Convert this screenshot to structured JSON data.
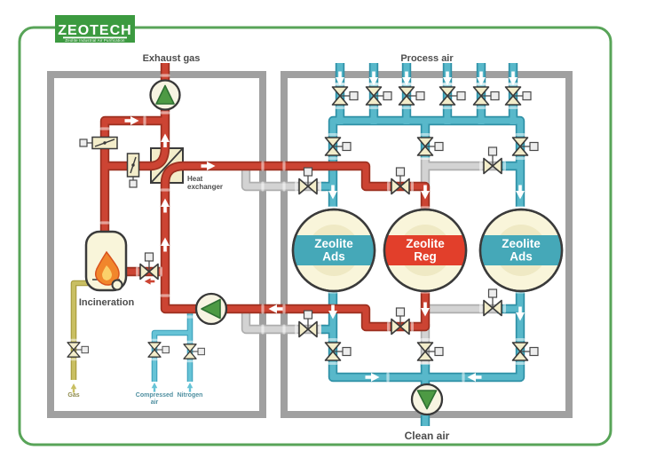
{
  "logo": {
    "brand": "ZEOTECH",
    "tagline": "Zeolite Industrial Air Purification"
  },
  "labels": {
    "exhaust_gas": "Exhaust gas",
    "process_air": "Process air",
    "clean_air": "Clean air",
    "incineration": "Incineration",
    "heat_exchanger_line1": "Heat",
    "heat_exchanger_line2": "exchanger",
    "gas": "Gas",
    "compressed_air_line1": "Compressed",
    "compressed_air_line2": "air",
    "nitrogen": "Nitrogen"
  },
  "vessels": [
    {
      "name": "zeolite-adsorber-1",
      "line1": "Zeolite",
      "line2": "Ads",
      "band_color": "#45a8b8"
    },
    {
      "name": "zeolite-regenerator",
      "line1": "Zeolite",
      "line2": "Reg",
      "band_color": "#e23f2b"
    },
    {
      "name": "zeolite-adsorber-2",
      "line1": "Zeolite",
      "line2": "Ads",
      "band_color": "#45a8b8"
    }
  ],
  "icons": {
    "pump": "circle-with-green-triangle",
    "valve": "bowtie-with-square-actuator",
    "damper": "rectangle-with-diagonal-blade",
    "flow_arrow": "solid-flow-arrow",
    "flame": "burner-flame"
  },
  "colors": {
    "border_green": "#58a458",
    "logo_green": "#3c9a40",
    "box_gray": "#a0a0a0",
    "outline": "#3b3b3b",
    "vessel_fill": "#f9f5da",
    "vessel_inner": "#efe9c4",
    "valve_cream": "#f3edca",
    "pump_green": "#4d9a44",
    "pump_face": "#f7f4e2",
    "label_dark": "#4d4d4d",
    "label_gas": "#8d8a4c",
    "label_air": "#4f8fa0",
    "flame_orange": "#f1862c",
    "flame_inner": "#fbd06a",
    "flame_edge": "#d9531e",
    "pipe_red": "#cc4433",
    "pipe_red_dark": "#9c3020",
    "pipe_teal": "#58b8ca",
    "pipe_teal_dark": "#2e90a6",
    "pipe_gray": "#d3d3d3",
    "pipe_gray_dark": "#aeaeae",
    "pipe_cyan": "#66c3d6",
    "pipe_cyan_dark": "#3fa3bd",
    "pipe_yellow": "#c9bf62",
    "pipe_yellow_dark": "#a89c3e",
    "arrow_white": "#ffffff"
  }
}
